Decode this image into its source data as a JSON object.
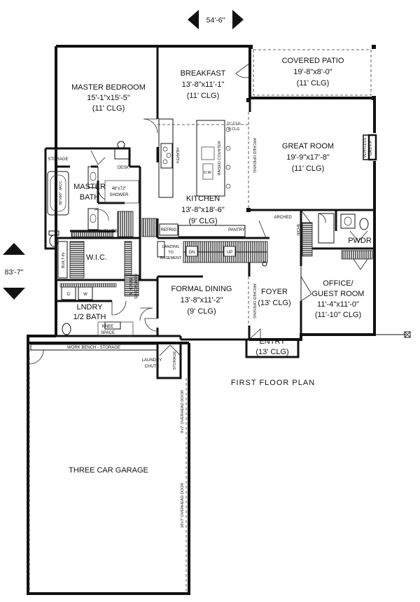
{
  "dimensions": {
    "width_label": "54'-6\"",
    "depth_label": "83'-7\""
  },
  "plan_title": "FIRST FLOOR PLAN",
  "rooms": {
    "master_bedroom": {
      "name": "MASTER BEDROOM",
      "size": "15'-1\"x15'-5\"",
      "clg": "(11' CLG)"
    },
    "breakfast": {
      "name": "BREAKFAST",
      "size": "13'-8\"x11'-1\"",
      "clg": "(11' CLG)"
    },
    "covered_patio": {
      "name": "COVERED PATIO",
      "size": "19'-8\"x8'-0\"",
      "clg": "(11' CLG)"
    },
    "great_room": {
      "name": "GREAT ROOM",
      "size": "19'-9\"x17'-8\"",
      "clg": "(11' CLG)"
    },
    "kitchen": {
      "name": "KITCHEN",
      "size": "13'-8\"x18'-6\"",
      "clg": "(9' CLG)"
    },
    "master_bath": {
      "name_line1": "MASTER",
      "name_line2": "BATH"
    },
    "wic": {
      "name": "W.I.C."
    },
    "formal_dining": {
      "name": "FORMAL DINING",
      "size": "13'-8\"x11'-2\"",
      "clg": "(9' CLG)"
    },
    "foyer": {
      "name": "FOYER",
      "clg": "(13' CLG)"
    },
    "office": {
      "name_line1": "OFFICE/",
      "name_line2": "GUEST ROOM",
      "size": "11'-4\"x11'-0\"",
      "clg": "(11'-10\" CLG)"
    },
    "pwdr": {
      "name": "PWDR"
    },
    "lndry": {
      "name_line1": "LNDRY",
      "name_line2": "1/2 BATH"
    },
    "entry": {
      "name": "ENTRY",
      "clg": "(13' CLG)"
    },
    "garage": {
      "name": "THREE CAR GARAGE"
    }
  },
  "labels": {
    "storage_top": "STORAGE",
    "desk": "DESK",
    "jacuzzi": "30\"x60\" JACC.",
    "shower_line1": "48\"x72\"",
    "shower_line2": "SHOWER",
    "shelves": "SHELVES",
    "built_in": "BUILT-IN",
    "hearth": "HEARTH",
    "raised_counter": "RAISED COUNTER",
    "dw": "D.W.",
    "clg_note_1": "11' CLG",
    "clg_note_2": "9' CLG",
    "arched_opening_great": "ARCHED OPENING",
    "arched_top": "ARCHED",
    "arched_opening_dining": "ARCHED OPENING",
    "refrig": "REFRIG",
    "pantry": "PANTRY",
    "landing_line1": "LANDING",
    "landing_line2": "TO",
    "landing_line3": "BASEMENT",
    "dn": "DN",
    "up": "UP",
    "bench_line1": "BENCH &",
    "bench_line2": "COAT HOOKS",
    "knee_line1": "KNEE",
    "knee_line2": "SPACE",
    "washer": "W",
    "dryer": "D",
    "work_bench": "WORK BENCH - STORAGE",
    "laundry_chute_line1": "LAUNDRY",
    "laundry_chute_line2": "CHUTE",
    "storage_garage": "STORAGE",
    "overhead_door_1": "9'x7' OVERHEAD DOOR",
    "overhead_door_2": "18'x7' OVERHEAD DOOR",
    "fireplace_line1": "VENTLESS",
    "fireplace_line2": "GAS F.P.",
    "niche": "NICHE"
  }
}
